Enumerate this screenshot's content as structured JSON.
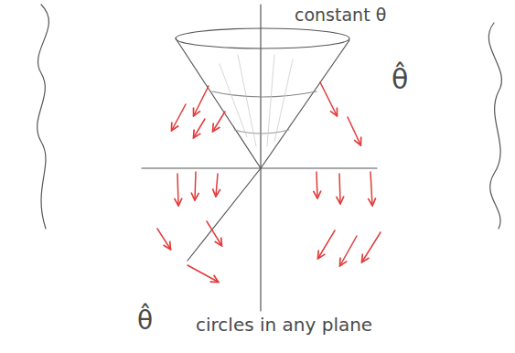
{
  "diagram": {
    "labels": [
      "constant θ",
      "θ̂",
      "θ̂",
      "circles in any plane"
    ]
  }
}
